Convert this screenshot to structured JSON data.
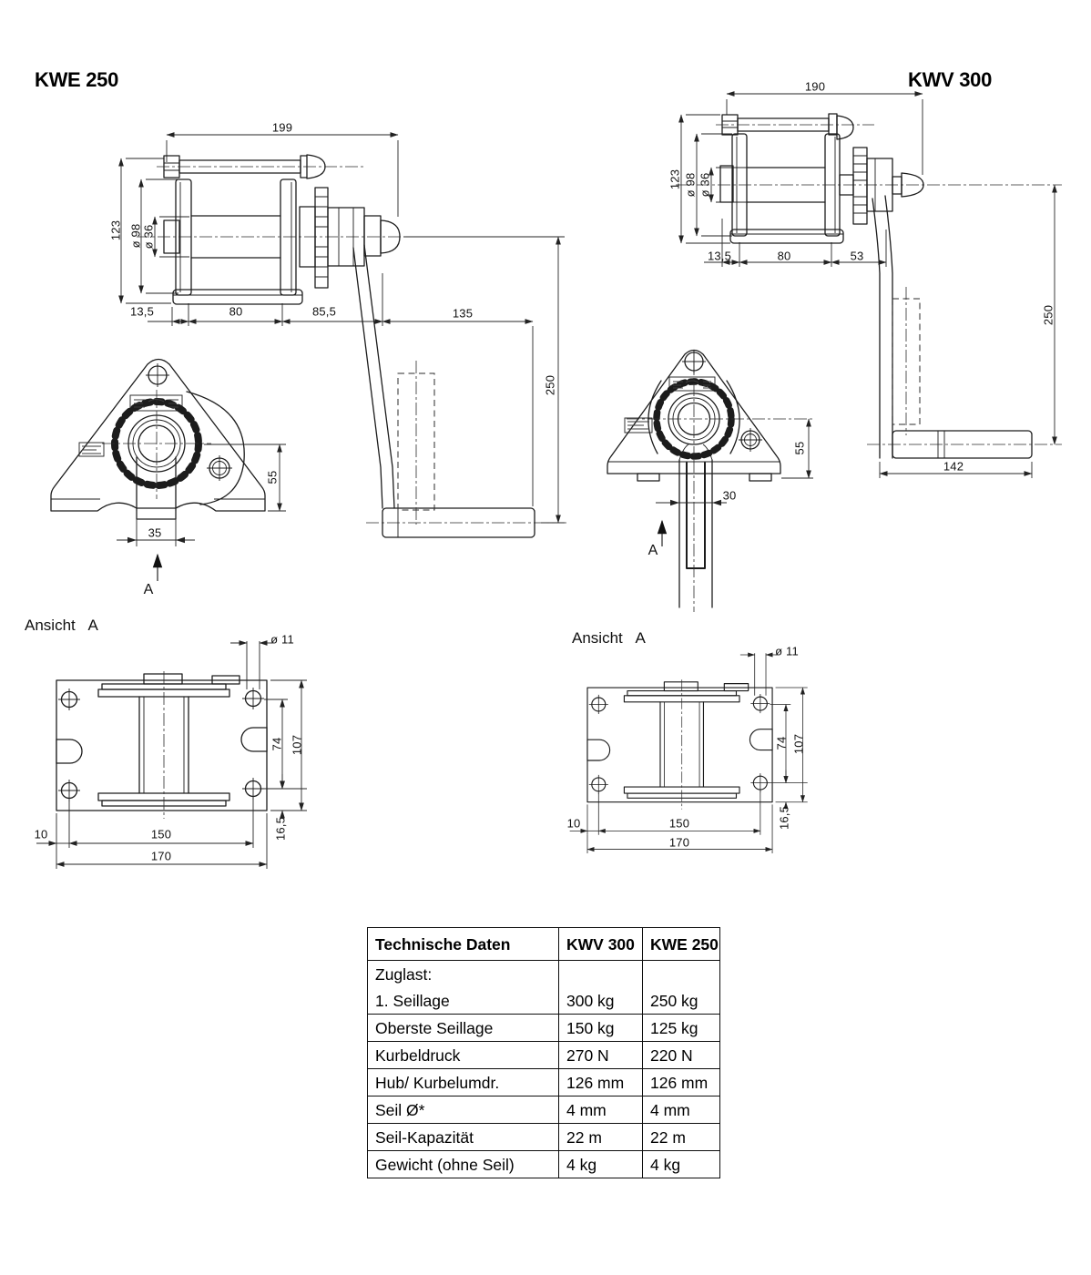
{
  "titles": {
    "left": "KWE 250",
    "right": "KWV 300"
  },
  "dims_kwe250_side": {
    "overall_length": "199",
    "frame_height": "123",
    "flange_dia": "ø 98",
    "drum_dia": "ø 36",
    "seg_flange": "13,5",
    "seg_drum": "80",
    "seg_crank": "85,5",
    "handle_length": "135",
    "crank_reach": "250"
  },
  "dims_kwe250_front": {
    "hub_height": "55",
    "shaft_width": "35",
    "view_arrow": "A"
  },
  "dims_kwv300_side": {
    "overall_length": "190",
    "frame_height": "123",
    "flange_dia": "ø 98",
    "drum_dia": "ø 36",
    "seg_flange": "13,5",
    "seg_drum": "80",
    "seg_crank": "53",
    "crank_reach": "250",
    "handle_length": "142"
  },
  "dims_kwv300_front": {
    "hub_height": "55",
    "shaft_width": "30",
    "view_arrow": "A"
  },
  "dims_ansicht": {
    "heading": "Ansicht A",
    "hole_dia": "ø 11",
    "hole_pitch_v": "74",
    "plate_height": "107",
    "edge_bottom": "16,5",
    "edge_left": "10",
    "hole_pitch_h": "150",
    "plate_width": "170"
  },
  "table": {
    "header": {
      "c0": "Technische Daten",
      "c1": "KWV 300",
      "c2": "KWE 250"
    },
    "rows": [
      {
        "label": "Zuglast:",
        "kwv": "",
        "kwe": ""
      },
      {
        "label": "1. Seillage",
        "kwv": "300 kg",
        "kwe": "250 kg"
      },
      {
        "label": "Oberste Seillage",
        "kwv": "150 kg",
        "kwe": "125 kg"
      },
      {
        "label": "Kurbeldruck",
        "kwv": "270 N",
        "kwe": "220 N"
      },
      {
        "label": "Hub/ Kurbelumdr.",
        "kwv": "126 mm",
        "kwe": "126 mm"
      },
      {
        "label": "Seil Ø*",
        "kwv": "4 mm",
        "kwe": "4 mm"
      },
      {
        "label": "Seil-Kapazität",
        "kwv": "22 m",
        "kwe": "22 m"
      },
      {
        "label": "Gewicht (ohne Seil)",
        "kwv": "4 kg",
        "kwe": "4 kg"
      }
    ]
  }
}
